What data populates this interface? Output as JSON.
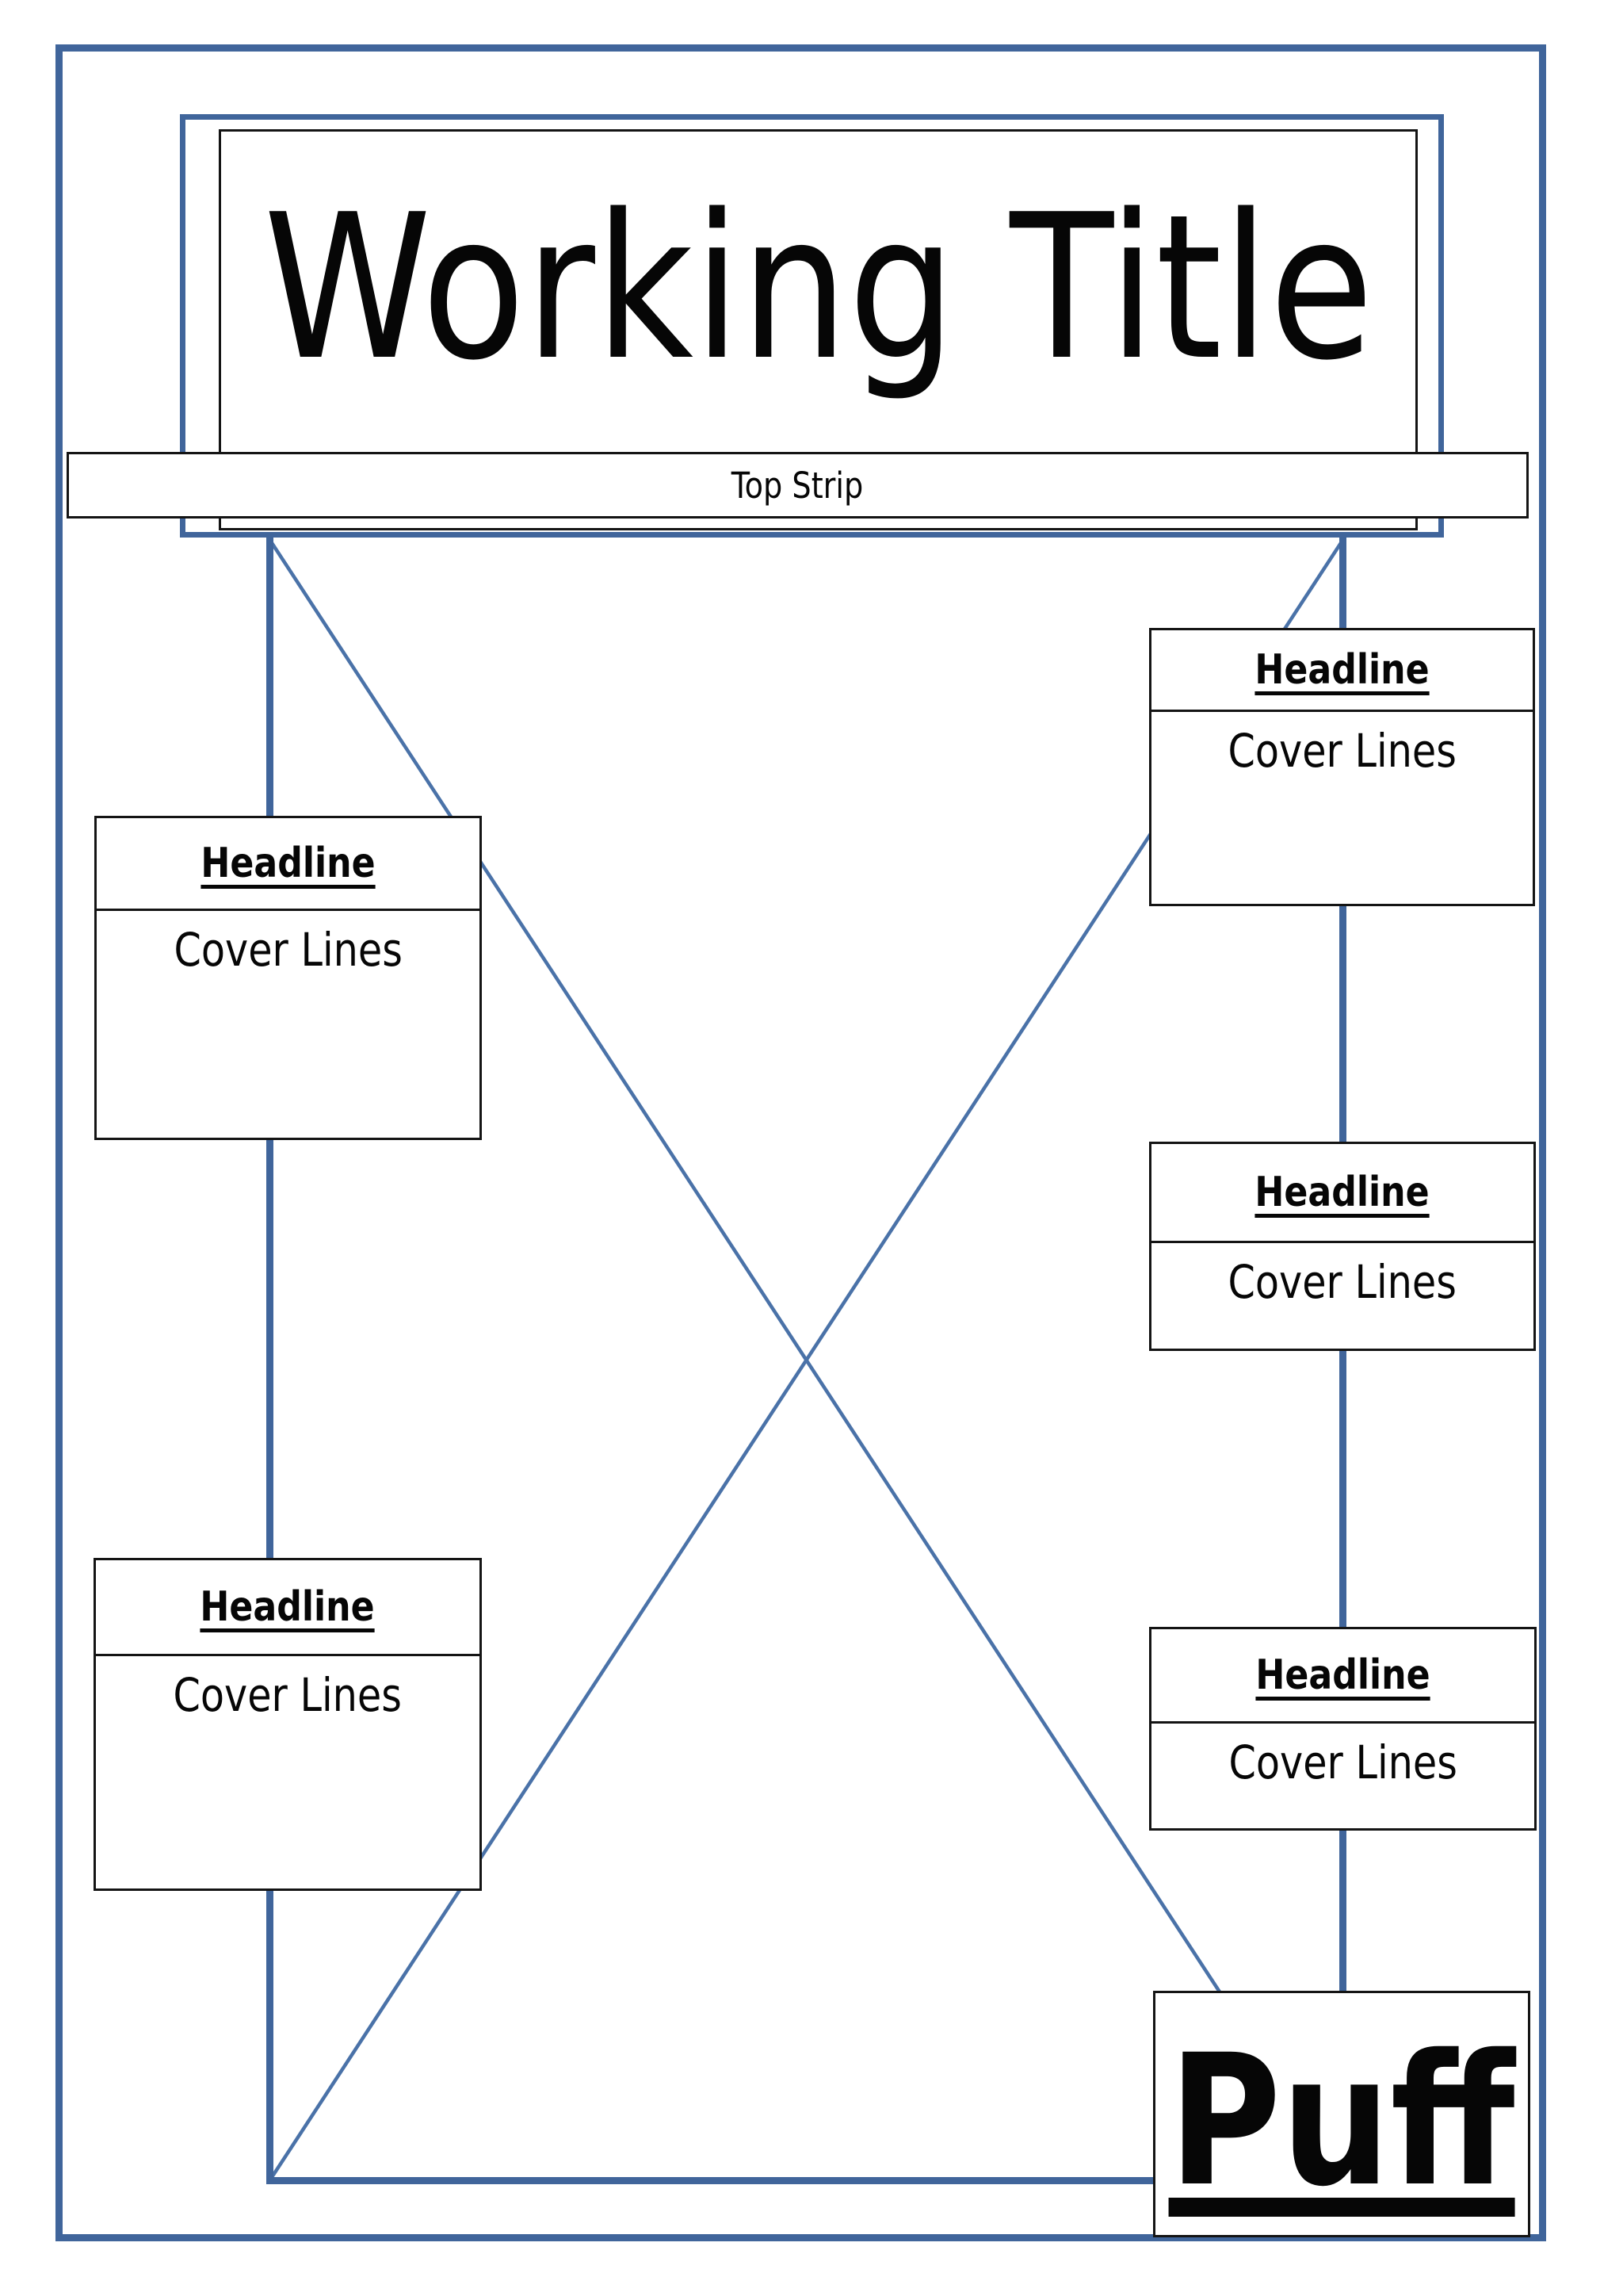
{
  "masthead": {
    "title": "Working Title"
  },
  "top_strip": {
    "label": "Top Strip"
  },
  "cover_boxes": [
    {
      "position": "left-top",
      "headline": "Headline",
      "cover_lines": "Cover Lines"
    },
    {
      "position": "left-bottom",
      "headline": "Headline",
      "cover_lines": "Cover Lines"
    },
    {
      "position": "right-top",
      "headline": "Headline",
      "cover_lines": "Cover Lines"
    },
    {
      "position": "right-middle",
      "headline": "Headline",
      "cover_lines": "Cover Lines"
    },
    {
      "position": "right-bottom",
      "headline": "Headline",
      "cover_lines": "Cover Lines"
    }
  ],
  "puff": {
    "label": "Puff"
  },
  "image_placeholder": {
    "style": "crossed-rectangle"
  },
  "colors": {
    "frame_blue": "#40659B",
    "diagonal_blue": "#4A72A8",
    "box_border": "#141414",
    "text_color": "#060606",
    "page_bg": "#ffffff"
  }
}
